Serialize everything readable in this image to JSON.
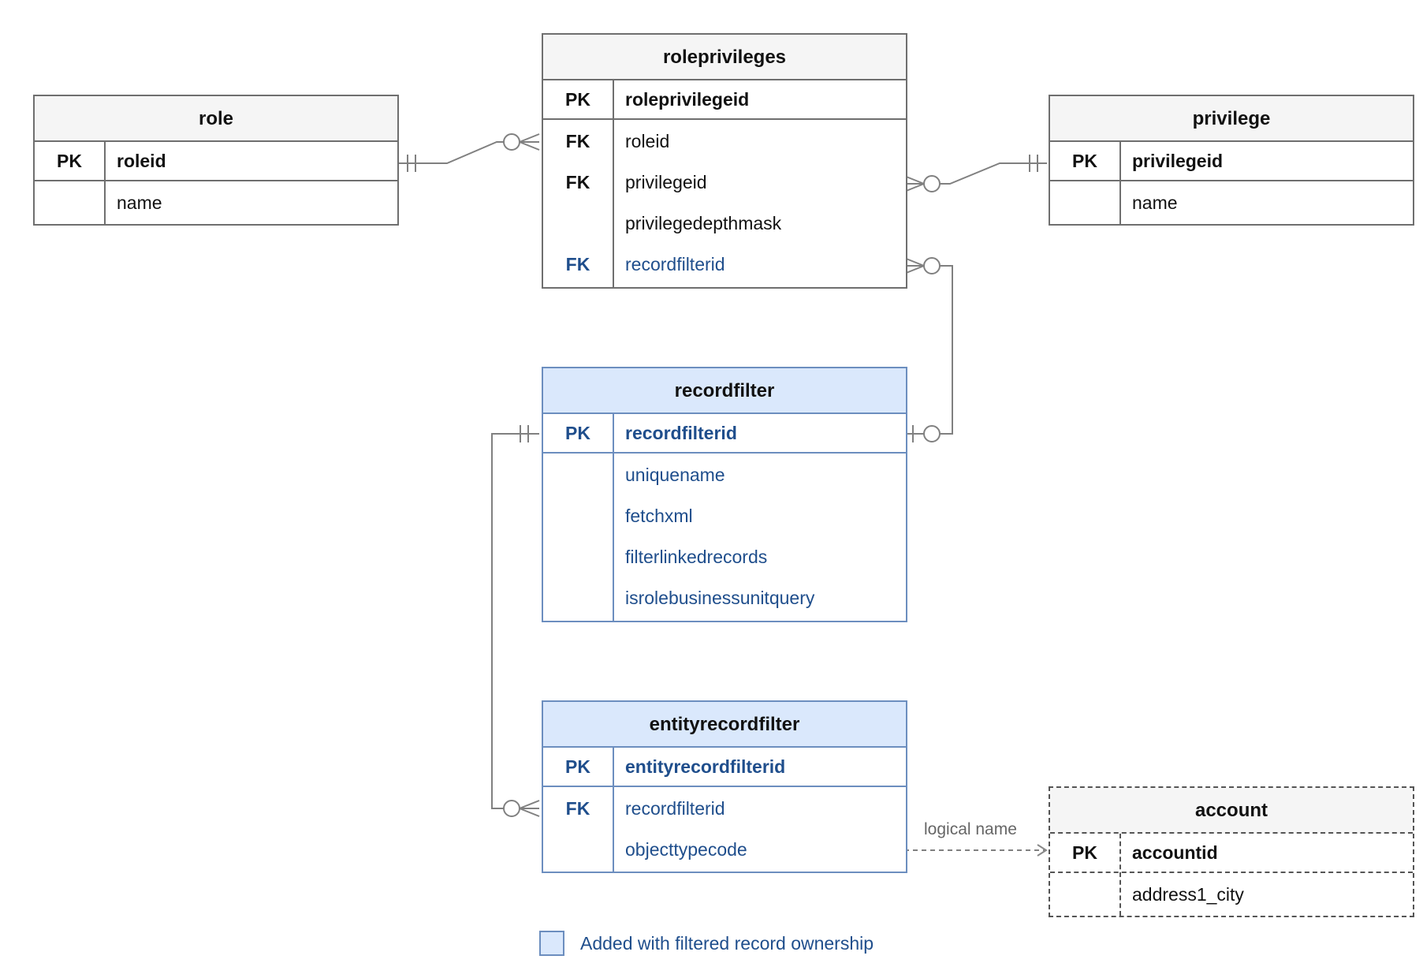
{
  "entities": {
    "role": {
      "title": "role",
      "pk": {
        "key": "PK",
        "name": "roleid"
      },
      "columns": [
        {
          "key": "",
          "name": "name"
        }
      ]
    },
    "roleprivileges": {
      "title": "roleprivileges",
      "pk": {
        "key": "PK",
        "name": "roleprivilegeid"
      },
      "columns": [
        {
          "key": "FK",
          "name": "roleid"
        },
        {
          "key": "FK",
          "name": "privilegeid"
        },
        {
          "key": "",
          "name": "privilegedepthmask"
        },
        {
          "key": "FK",
          "name": "recordfilterid"
        }
      ]
    },
    "privilege": {
      "title": "privilege",
      "pk": {
        "key": "PK",
        "name": "privilegeid"
      },
      "columns": [
        {
          "key": "",
          "name": "name"
        }
      ]
    },
    "recordfilter": {
      "title": "recordfilter",
      "pk": {
        "key": "PK",
        "name": "recordfilterid"
      },
      "columns": [
        {
          "key": "",
          "name": "uniquename"
        },
        {
          "key": "",
          "name": "fetchxml"
        },
        {
          "key": "",
          "name": "filterlinkedrecords"
        },
        {
          "key": "",
          "name": "isrolebusinessunitquery"
        }
      ]
    },
    "entityrecordfilter": {
      "title": "entityrecordfilter",
      "pk": {
        "key": "PK",
        "name": "entityrecordfilterid"
      },
      "columns": [
        {
          "key": "FK",
          "name": "recordfilterid"
        },
        {
          "key": "",
          "name": "objecttypecode"
        }
      ]
    },
    "account": {
      "title": "account",
      "pk": {
        "key": "PK",
        "name": "accountid"
      },
      "columns": [
        {
          "key": "",
          "name": "address1_city"
        }
      ]
    }
  },
  "relationships": [
    {
      "from": "role.roleid",
      "to": "roleprivileges.roleid",
      "cardinality": "one-to-zero-or-many"
    },
    {
      "from": "privilege.privilegeid",
      "to": "roleprivileges.privilegeid",
      "cardinality": "one-to-zero-or-many"
    },
    {
      "from": "recordfilter.recordfilterid",
      "to": "roleprivileges.recordfilterid",
      "cardinality": "zero-or-one-to-zero-or-many"
    },
    {
      "from": "recordfilter.recordfilterid",
      "to": "entityrecordfilter.recordfilterid",
      "cardinality": "one-to-zero-or-many"
    },
    {
      "from": "entityrecordfilter.objecttypecode",
      "to": "account",
      "label": "logical name",
      "style": "dashed"
    }
  ],
  "edge_label": "logical name",
  "legend": {
    "label": "Added with filtered record ownership",
    "color": "#dae8fc"
  },
  "colors": {
    "added_fill": "#dae8fc",
    "added_border": "#6c8ebf",
    "added_text": "#1f4e8c",
    "header_fill": "#f5f5f5",
    "line": "#808080"
  }
}
